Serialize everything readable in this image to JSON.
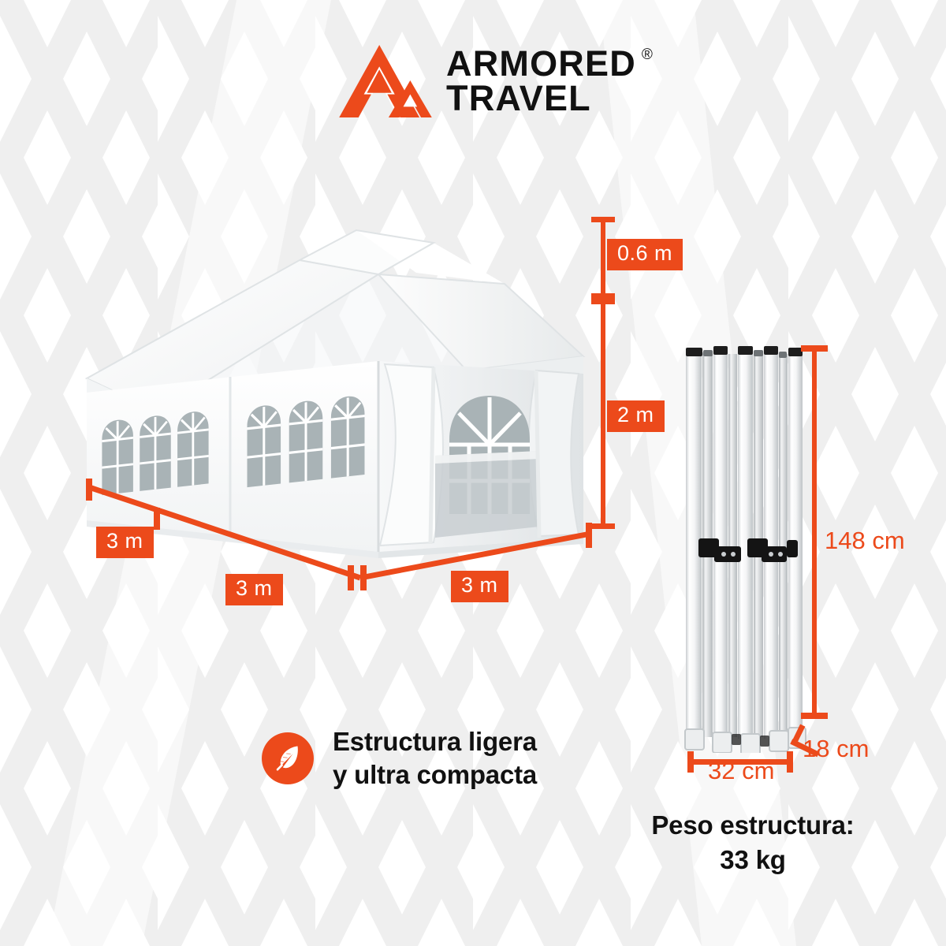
{
  "brand": {
    "name_line1": "ARMORED",
    "name_line2": "TRAVEL",
    "registered_mark": "®",
    "logo_icon": "armored-travel-mountain-a-logo",
    "accent_color": "#ec4a1b",
    "text_color": "#111111"
  },
  "background": {
    "pattern": "chevron-lattice",
    "base_color": "#ffffff",
    "pattern_color": "#eeeeee"
  },
  "product": {
    "image_name": "white-pop-up-gazebo-with-side-walls",
    "canopy_color": "#ffffff",
    "window_glass_color": "#a9b3b6",
    "windows_per_panel": 3,
    "side_panels": 2
  },
  "gazebo_dimensions": {
    "height_eave": {
      "label": "2 m",
      "style": "badge"
    },
    "height_peak": {
      "label": "0.6 m",
      "style": "badge"
    },
    "width_left": {
      "label": "3 m",
      "style": "badge"
    },
    "depth_front": {
      "label": "3 m",
      "style": "badge"
    },
    "depth_right": {
      "label": "3 m",
      "style": "badge"
    }
  },
  "folded_frame": {
    "image_name": "folded-aluminium-gazebo-frame",
    "height": {
      "label": "148 cm",
      "style": "plain"
    },
    "depth": {
      "label": "18 cm",
      "style": "plain"
    },
    "width": {
      "label": "32 cm",
      "style": "plain"
    }
  },
  "feature": {
    "icon": "feather-icon",
    "line1": "Estructura ligera",
    "line2": "y ultra compacta"
  },
  "weight": {
    "line1": "Peso estructura:",
    "line2": "33 kg"
  }
}
